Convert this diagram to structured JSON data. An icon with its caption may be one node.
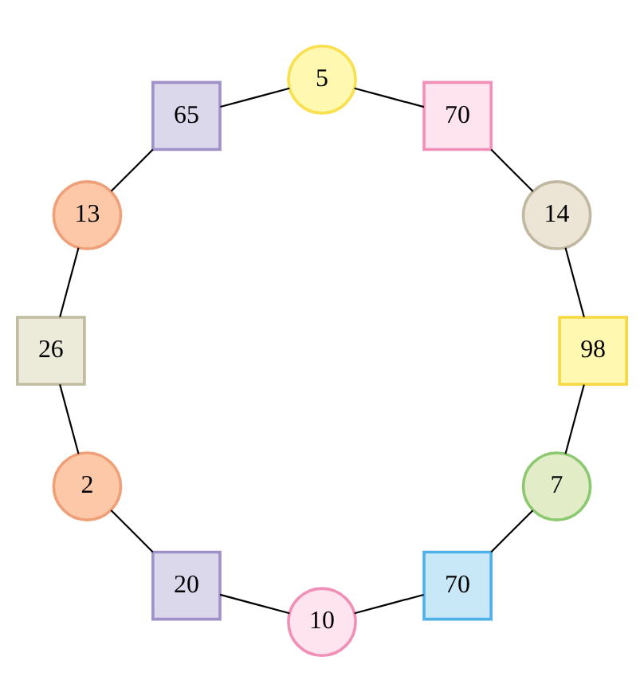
{
  "diagram": {
    "nodes": [
      {
        "text": [
          "7"
        ]
      },
      {
        "text": [
          "70"
        ]
      },
      {
        "text": [
          "10"
        ]
      },
      {
        "text": [
          "20"
        ]
      },
      {
        "text": [
          "2"
        ]
      },
      {
        "text": [
          "26"
        ]
      },
      {
        "text": [
          "13"
        ]
      },
      {
        "text": [
          "65"
        ]
      },
      {
        "text": [
          "5"
        ]
      },
      {
        "text": [
          "70"
        ]
      },
      {
        "text": [
          "14"
        ]
      },
      {
        "text": [
          "98"
        ]
      }
    ],
    "edges": [
      {
        "from": 0,
        "to": 1,
        "arrow": "none"
      },
      {
        "from": 1,
        "to": 2,
        "arrow": "none"
      },
      {
        "from": 2,
        "to": 3,
        "arrow": "none"
      },
      {
        "from": 3,
        "to": 4,
        "arrow": "none"
      },
      {
        "from": 4,
        "to": 5,
        "arrow": "none"
      },
      {
        "from": 5,
        "to": 6,
        "arrow": "none"
      },
      {
        "from": 6,
        "to": 7,
        "arrow": "none"
      },
      {
        "from": 7,
        "to": 8,
        "arrow": "none"
      },
      {
        "from": 8,
        "to": 9,
        "arrow": "none"
      },
      {
        "from": 9,
        "to": 10,
        "arrow": "none"
      },
      {
        "from": 10,
        "to": 11,
        "arrow": "none"
      },
      {
        "from": 11,
        "to": 0,
        "arrow": "none"
      }
    ]
  }
}
